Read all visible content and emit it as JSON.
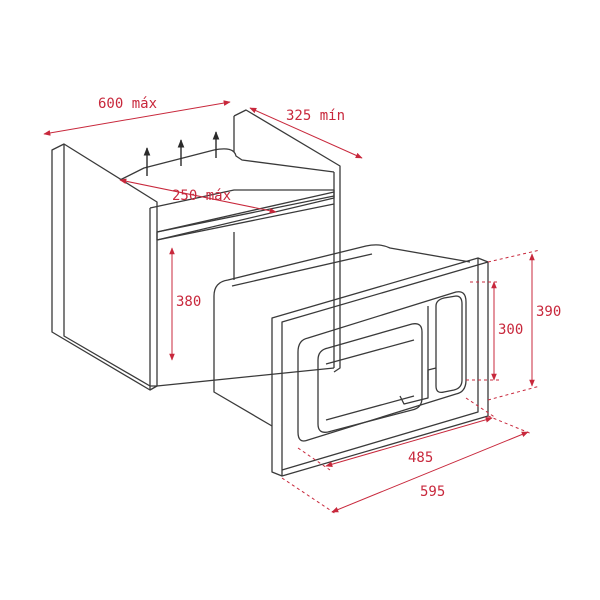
{
  "dimensions": {
    "cabinet_width": "600 máx",
    "cabinet_depth": "325 mín",
    "shelf_depth": "250 máx",
    "opening_height": "380",
    "appliance_height": "300",
    "frame_height": "390",
    "appliance_width": "485",
    "frame_width": "595"
  },
  "colors": {
    "outline": "#3a3a3a",
    "dimension": "#c8283c",
    "background": "#ffffff"
  },
  "icons": [
    "airflow-arrow-icon"
  ]
}
